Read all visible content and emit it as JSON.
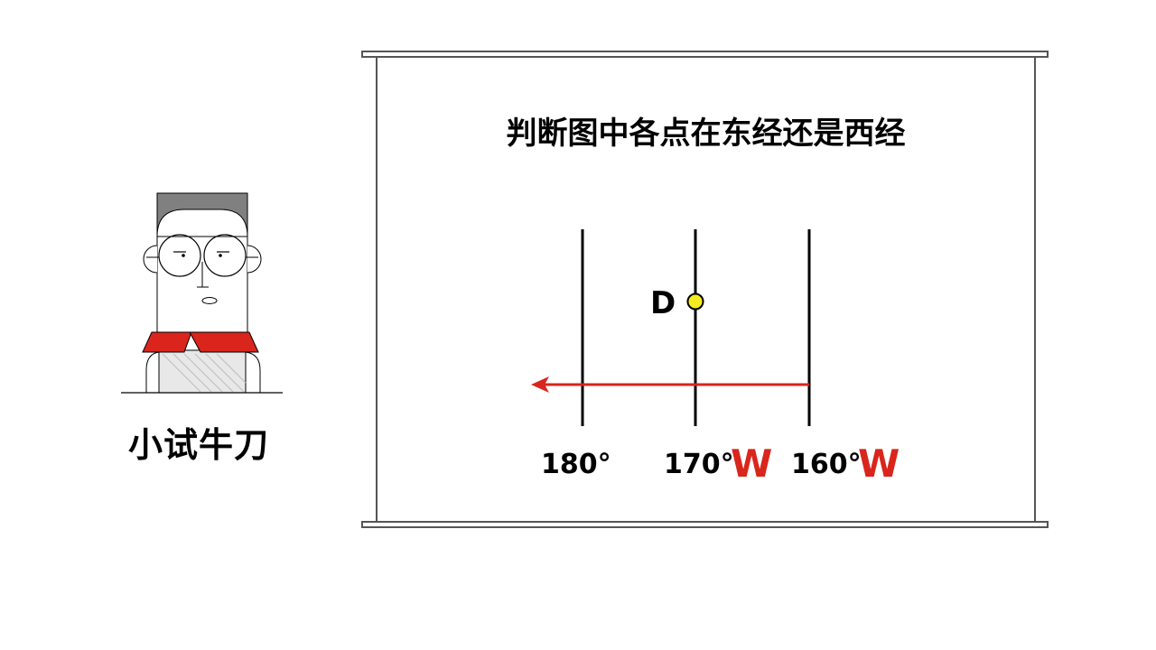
{
  "caption": "小试牛刀",
  "board": {
    "title": "判断图中各点在东经还是西经"
  },
  "diagram": {
    "meridians": [
      {
        "label": "180°",
        "direction": ""
      },
      {
        "label": "170°",
        "direction": "W"
      },
      {
        "label": "160°",
        "direction": "W"
      }
    ],
    "point": {
      "label": "D",
      "on_meridian": "170°"
    },
    "arrow": {
      "from": "160°",
      "to": "180°",
      "meaning": "west"
    },
    "colors": {
      "line": "#000000",
      "arrow": "#d9251c",
      "direction_text": "#d9251c",
      "point_fill": "#f5ec1f",
      "shirt": "#d9251c",
      "hair": "#808080"
    }
  }
}
